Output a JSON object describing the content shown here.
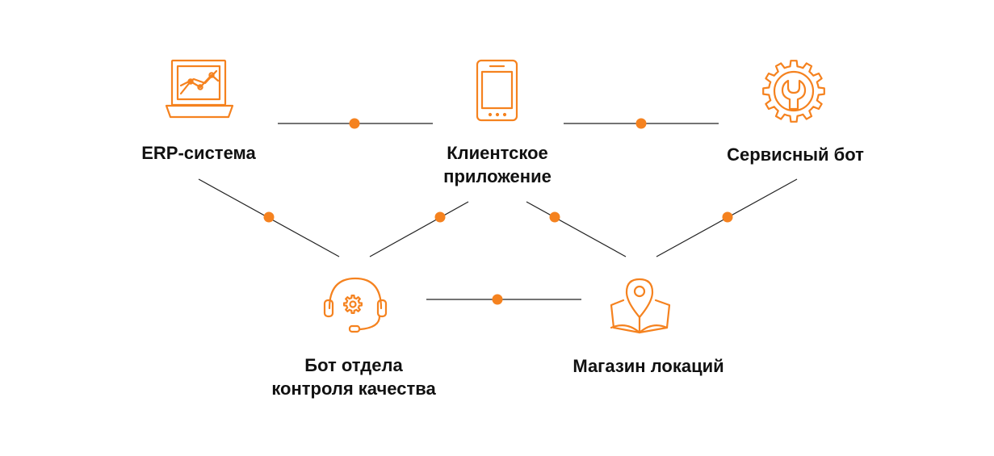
{
  "colors": {
    "accent": "#F5821F",
    "line": "#222222",
    "text": "#111111"
  },
  "nodes": [
    {
      "id": "erp",
      "icon": "laptop-chart-icon",
      "lines": [
        "ERP-система"
      ]
    },
    {
      "id": "client-app",
      "icon": "tablet-icon",
      "lines": [
        "Клиентское",
        "приложение"
      ]
    },
    {
      "id": "service-bot",
      "icon": "gear-wrench-icon",
      "lines": [
        "Сервисный бот"
      ]
    },
    {
      "id": "qc-bot",
      "icon": "headset-gear-icon",
      "lines": [
        "Бот отдела",
        "контроля качества"
      ]
    },
    {
      "id": "location-store",
      "icon": "map-pin-icon",
      "lines": [
        "Магазин локаций"
      ]
    }
  ],
  "connections": [
    {
      "from": "erp",
      "to": "client-app"
    },
    {
      "from": "client-app",
      "to": "service-bot"
    },
    {
      "from": "erp",
      "to": "qc-bot"
    },
    {
      "from": "client-app",
      "to": "qc-bot"
    },
    {
      "from": "client-app",
      "to": "location-store"
    },
    {
      "from": "service-bot",
      "to": "location-store"
    },
    {
      "from": "qc-bot",
      "to": "location-store"
    }
  ]
}
